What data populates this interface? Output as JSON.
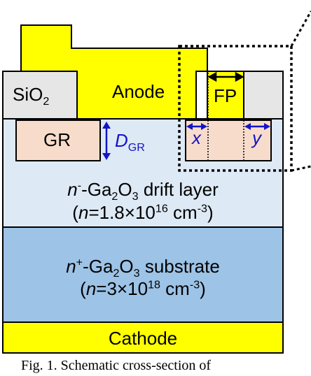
{
  "labels": {
    "sio2": {
      "main": "SiO",
      "sub": "2"
    },
    "anode": "Anode",
    "fp": "FP",
    "gr": "GR",
    "dgr": {
      "main": "D",
      "sub": "GR"
    },
    "x": "x",
    "y": "y",
    "drift_line1": {
      "n": "n",
      "sup": "-",
      "ga": "-Ga",
      "sub1": "2",
      "o": "O",
      "sub2": "3",
      "rest": " drift layer"
    },
    "drift_line2": {
      "open": "(",
      "n": "n",
      "eq": "=1.8×10",
      "exp": "16",
      "unit": " cm",
      "unit_exp": "-3",
      "close": ")"
    },
    "substrate_line1": {
      "n": "n",
      "sup": "+",
      "ga": "-Ga",
      "sub1": "2",
      "o": "O",
      "sub2": "3",
      "rest": " substrate"
    },
    "substrate_line2": {
      "open": "(",
      "n": "n",
      "eq": "=3×10",
      "exp": "18",
      "unit": " cm",
      "unit_exp": "-3",
      "close": ")"
    },
    "cathode": "Cathode"
  },
  "caption": "Fig. 1.  Schematic cross-section of",
  "colors": {
    "anode": "#ffff00",
    "sio2": "#e6e6e6",
    "drift": "#dde9f5",
    "gr": "#f7dccb",
    "substrate": "#9dc3e6",
    "cathode": "#ffff00",
    "arrow_blue": "#1414c8"
  }
}
